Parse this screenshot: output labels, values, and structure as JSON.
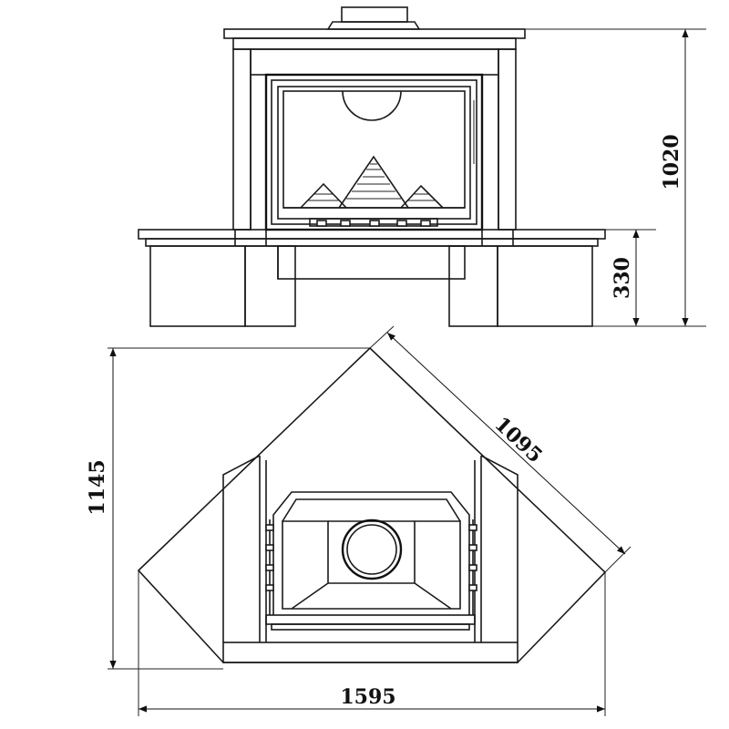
{
  "dimensions": {
    "front_height": "1020",
    "hearth_height": "330",
    "plan_depth": "1145",
    "diagonal_side": "1095",
    "plan_width": "1595"
  }
}
